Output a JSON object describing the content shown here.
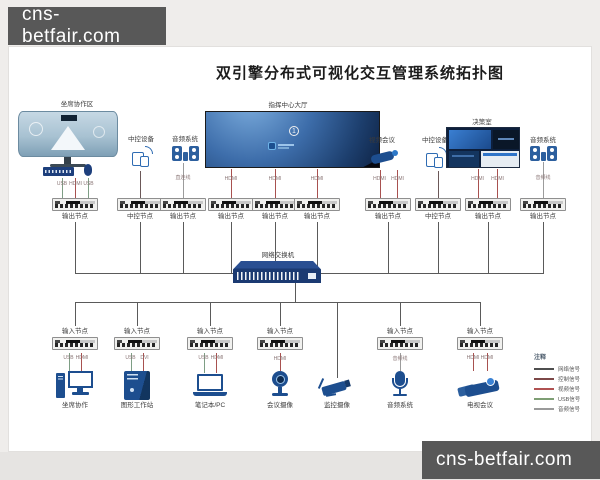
{
  "watermark": "cns-betfair.com",
  "title": "双引擎分布式可视化交互管理系统拓扑图",
  "rooms": {
    "seat_area": "坐席协作区",
    "hall": "指挥中心大厅",
    "decision": "决策室"
  },
  "devices": {
    "ctrl_left": "中控设备",
    "audio_left": "音频系统",
    "video_conf": "视频会议",
    "ctrl_right": "中控设备",
    "audio_right": "音频系统"
  },
  "hall_badge": "1",
  "switch_label": "网络交换机",
  "nodes": {
    "middle": [
      "输出节点",
      "中控节点",
      "输出节点",
      "输出节点",
      "输出节点",
      "输出节点",
      "输出节点",
      "中控节点",
      "输出节点",
      "输出节点"
    ],
    "input": "输入节点"
  },
  "conn": {
    "seat": [
      "USB",
      "HDMI",
      "USB"
    ],
    "direct": "直连线",
    "hdmi": "HDMI",
    "usb": "USB",
    "dvi": "DVI",
    "audio": "音频线"
  },
  "endpoints": [
    "坐席协作",
    "图形工作站",
    "笔记本/PC",
    "会议摄像",
    "监控摄像",
    "音频系统",
    "电视会议"
  ],
  "legend": {
    "title": "注释",
    "items": [
      {
        "label": "网络信号",
        "color": "#4f4f4f"
      },
      {
        "label": "控制信号",
        "color": "#7d4848"
      },
      {
        "label": "视频信号",
        "color": "#b05252"
      },
      {
        "label": "USB信号",
        "color": "#7e9e74"
      },
      {
        "label": "音频信号",
        "color": "#9a9a9a"
      }
    ]
  }
}
